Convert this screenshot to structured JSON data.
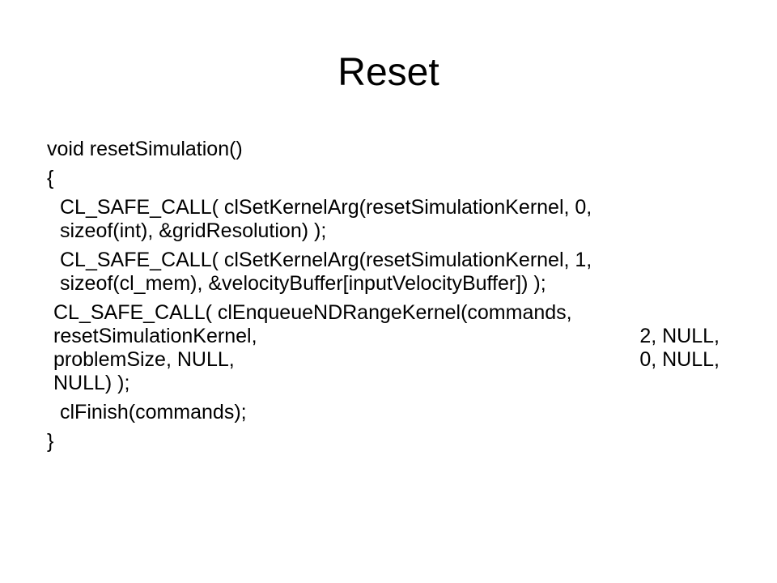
{
  "slide": {
    "title": "Reset",
    "lines": {
      "signature": "void resetSimulation()",
      "open_brace": "{",
      "stmt1_a": "CL_SAFE_CALL( clSetKernelArg(resetSimulationKernel, 0,",
      "stmt1_b": "sizeof(int), &gridResolution) );",
      "stmt2_a": "CL_SAFE_CALL( clSetKernelArg(resetSimulationKernel, 1,",
      "stmt2_b": "sizeof(cl_mem), &velocityBuffer[inputVelocityBuffer]) );",
      "stmt3_a": "CL_SAFE_CALL( clEnqueueNDRangeKernel(commands,",
      "stmt3_b_left": "resetSimulationKernel,",
      "stmt3_b_right": "2, NULL,",
      "stmt3_c_left": "problemSize, NULL,",
      "stmt3_c_right": "0, NULL,",
      "stmt3_d": "NULL) );",
      "stmt4": "clFinish(commands);",
      "close_brace": "}"
    }
  }
}
